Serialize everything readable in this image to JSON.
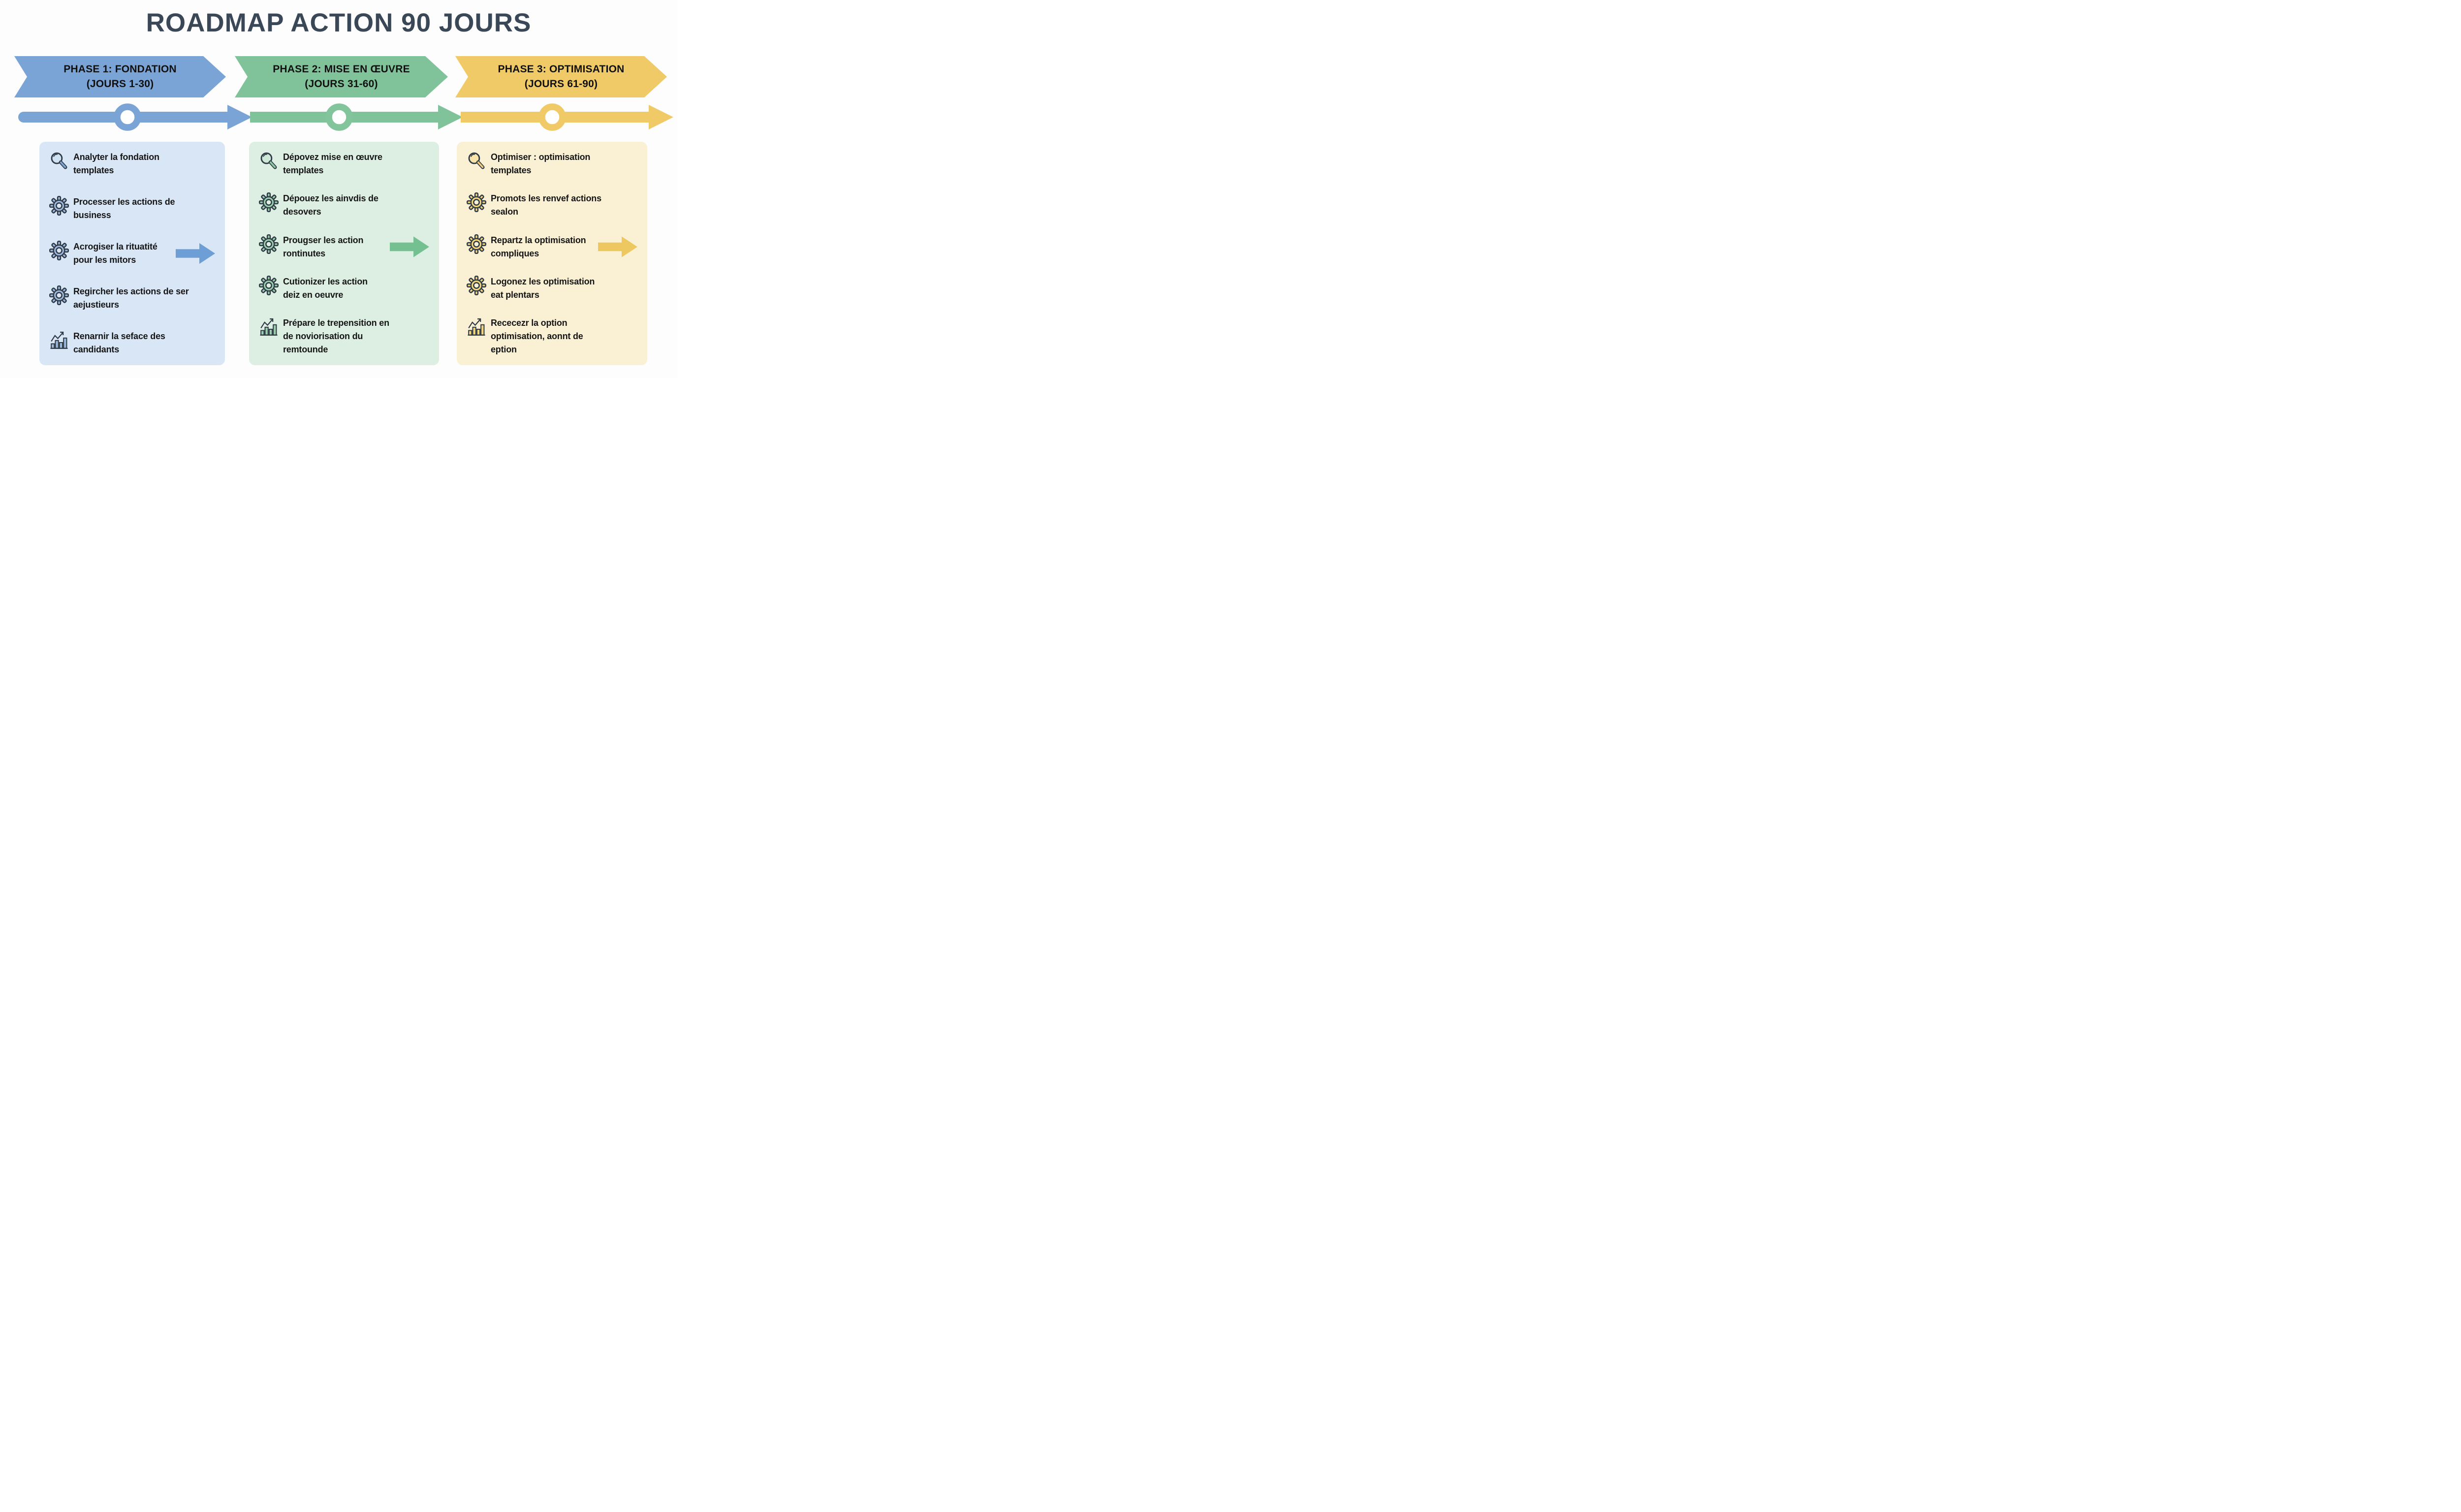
{
  "title": "ROADMAP ACTION 90 JOURS",
  "colors": {
    "title_text": "#3a4757",
    "phase1_accent": "#7aa3d6",
    "phase1_card_bg": "#d8e6f6",
    "phase2_accent": "#80c39a",
    "phase2_card_bg": "#dcefe2",
    "phase3_accent": "#f0ca67",
    "phase3_card_bg": "#faf0d4",
    "item_text": "#161616",
    "banner_text": "#101010"
  },
  "phases": [
    {
      "header_line1": "PHASE 1: FONDATION",
      "header_line2": "(JOURS 1-30)",
      "items": [
        {
          "icon": "search-icon",
          "text": "Analyter la fondation\ntemplates"
        },
        {
          "icon": "gear-icon",
          "text": "Processer les actions de\nbusiness"
        },
        {
          "icon": "gear-icon",
          "text": "Acrogiser la rituatité\npour les mitors"
        },
        {
          "icon": "gear-icon",
          "text": "Regircher les actions de ser\naejustieurs"
        },
        {
          "icon": "chart-icon",
          "text": "Renarnir la seface des\ncandidants"
        }
      ]
    },
    {
      "header_line1": "PHASE 2: MISE EN ŒUVRE",
      "header_line2": "(JOURS 31-60)",
      "items": [
        {
          "icon": "search-icon",
          "text": "Dépovez mise en œuvre\ntemplates"
        },
        {
          "icon": "gear-icon",
          "text": "Dépouez les ainvdis de\ndesovers"
        },
        {
          "icon": "gear-icon",
          "text": "Prougser les action\nrontinutes"
        },
        {
          "icon": "gear-icon",
          "text": "Cutionizer les action\ndeiz en oeuvre"
        },
        {
          "icon": "chart-icon",
          "text": "Prépare le trepensition en\nde noviorisation du\nremtounde"
        }
      ]
    },
    {
      "header_line1": "PHASE 3: OPTIMISATION",
      "header_line2": "(JOURS 61-90)",
      "items": [
        {
          "icon": "search-icon",
          "text": "Optimiser : optimisation\ntemplates"
        },
        {
          "icon": "gear-icon",
          "text": "Promots les renvef actions\nsealon"
        },
        {
          "icon": "gear-icon",
          "text": "Repartz la optimisation\ncompliques"
        },
        {
          "icon": "gear-icon",
          "text": "Logonez les optimisation\neat plentars"
        },
        {
          "icon": "chart-icon",
          "text": "Rececezr la option\noptimisation, aonnt de\neption"
        }
      ]
    }
  ]
}
